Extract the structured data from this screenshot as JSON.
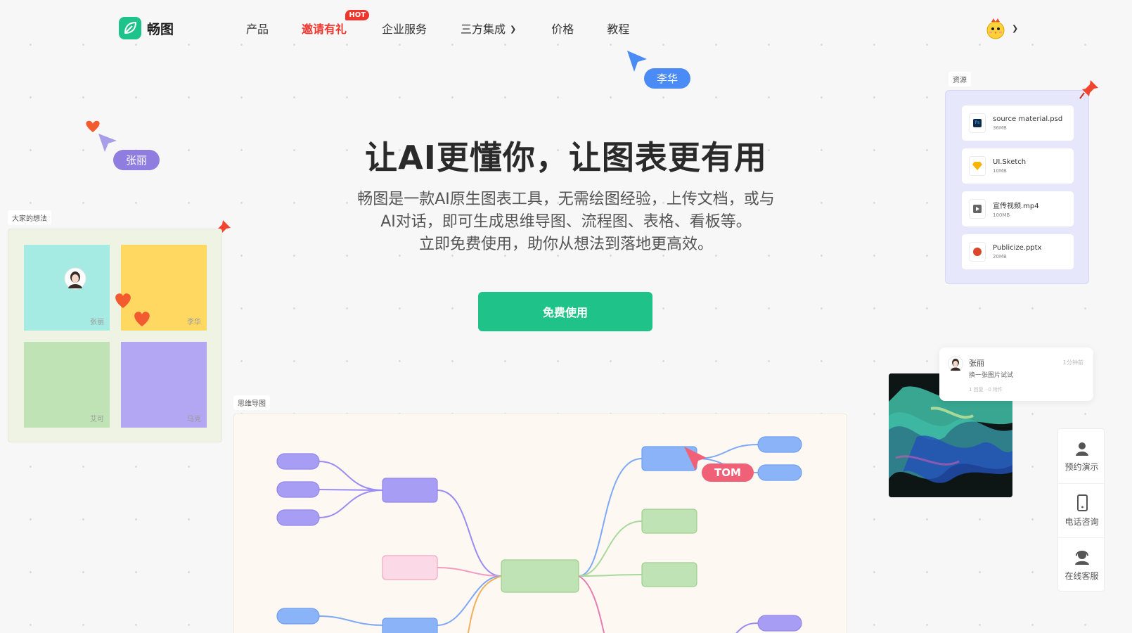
{
  "brand": {
    "name": "畅图",
    "color": "#1ec28b"
  },
  "nav": {
    "items": [
      {
        "label": "产品"
      },
      {
        "label": "邀请有礼",
        "badge": "HOT"
      },
      {
        "label": "企业服务"
      },
      {
        "label": "三方集成",
        "has_dropdown": true
      },
      {
        "label": "价格"
      },
      {
        "label": "教程"
      }
    ]
  },
  "hero": {
    "title": "让AI更懂你，让图表更有用",
    "subtitle_lines": [
      "畅图是一款AI原生图表工具，无需绘图经验，上传文档，或与",
      "AI对话，即可生成思维导图、流程图、表格、看板等。",
      "立即免费使用，助你从想法到落地更高效。"
    ],
    "cta": "免费使用",
    "cta_color": "#1fc38a"
  },
  "cursors": [
    {
      "name": "李华",
      "color": "#4a8bf6"
    },
    {
      "name": "张丽",
      "color": "#8f7de0"
    },
    {
      "name": "TOM",
      "color": "#f06178"
    }
  ],
  "sticky_board": {
    "label": "大家的想法",
    "notes": [
      {
        "name": "张丽",
        "color": "#a6ebe3"
      },
      {
        "name": "李华",
        "color": "#ffd862"
      },
      {
        "name": "艾可",
        "color": "#bfe3b5"
      },
      {
        "name": "马克",
        "color": "#b3a6f3"
      }
    ]
  },
  "resources": {
    "label": "资源",
    "items": [
      {
        "name": "source material.psd",
        "size": "36MB",
        "type": "psd",
        "icon": "photoshop-icon"
      },
      {
        "name": "UI.Sketch",
        "size": "10MB",
        "type": "sketch",
        "icon": "sketch-icon"
      },
      {
        "name": "宣传视频.mp4",
        "size": "100MB",
        "type": "video",
        "icon": "video-icon"
      },
      {
        "name": "Publicize.pptx",
        "size": "20MB",
        "type": "ppt",
        "icon": "powerpoint-icon"
      }
    ]
  },
  "comment": {
    "author": "张丽",
    "time": "1分钟前",
    "text": "换一张图片试试",
    "meta": "1 回复 · 0 附件"
  },
  "mindmap": {
    "label": "思维导图"
  },
  "service": {
    "items": [
      {
        "label": "预约演示",
        "icon": "user-icon"
      },
      {
        "label": "电话咨询",
        "icon": "phone-icon"
      },
      {
        "label": "在线客服",
        "icon": "headset-icon"
      }
    ]
  }
}
